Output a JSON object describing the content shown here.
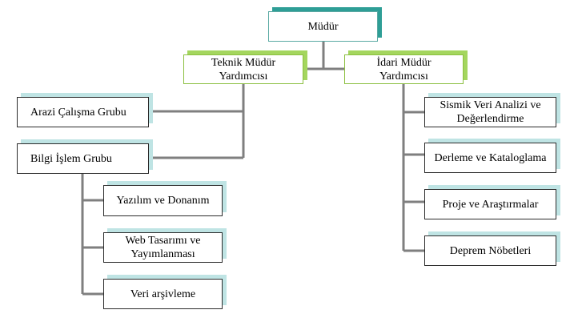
{
  "colors": {
    "connector": "#7f7f7f",
    "box_border": "#2b2b2b",
    "accent_teal": "#2e9e96",
    "accent_green": "#a4d65e",
    "shadow_light": "#bfe4e4"
  },
  "diagram": {
    "root": {
      "label": "Müdür"
    },
    "technical_deputy": {
      "label": "Teknik Müdür\nYardımcısı",
      "children": [
        {
          "label": "Arazi Çalışma Grubu"
        },
        {
          "label": "Bilgi İşlem Grubu"
        }
      ]
    },
    "it_group_children": [
      {
        "label": "Yazılım ve Donanım"
      },
      {
        "label": "Web Tasarımı ve\nYayımlanması"
      },
      {
        "label": "Veri arşivleme"
      }
    ],
    "admin_deputy": {
      "label": "İdari Müdür\nYardımcısı",
      "children": [
        {
          "label": "Sismik Veri Analizi ve\nDeğerlendirme"
        },
        {
          "label": "Derleme ve Kataloglama"
        },
        {
          "label": "Proje ve Araştırmalar"
        },
        {
          "label": "Deprem Nöbetleri"
        }
      ]
    }
  }
}
